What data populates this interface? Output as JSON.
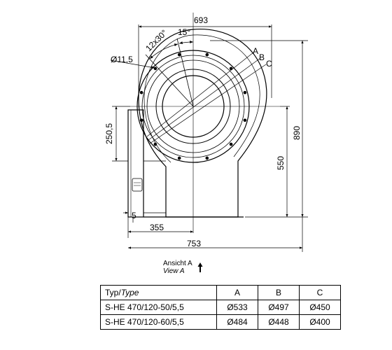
{
  "dimensions": {
    "width_top": "693",
    "angle_spacing": "12x30°",
    "angle_offset": "15°",
    "hole_diameter": "Ø11,5",
    "height_total": "890",
    "height_outlet": "550",
    "height_inlet": "250,5",
    "flange": "5",
    "center_offset": "355",
    "width_bottom": "753",
    "circle_A": "A",
    "circle_B": "B",
    "circle_C": "C"
  },
  "view": {
    "de": "Ansicht A",
    "en": "View A"
  },
  "table": {
    "header_type_de": "Typ/",
    "header_type_en": "Type",
    "header_a": "A",
    "header_b": "B",
    "header_c": "C",
    "rows": [
      {
        "type": "S-HE 470/120-50/5,5",
        "a": "Ø533",
        "b": "Ø497",
        "c": "Ø450"
      },
      {
        "type": "S-HE 470/120-60/5,5",
        "a": "Ø484",
        "b": "Ø448",
        "c": "Ø400"
      }
    ]
  }
}
